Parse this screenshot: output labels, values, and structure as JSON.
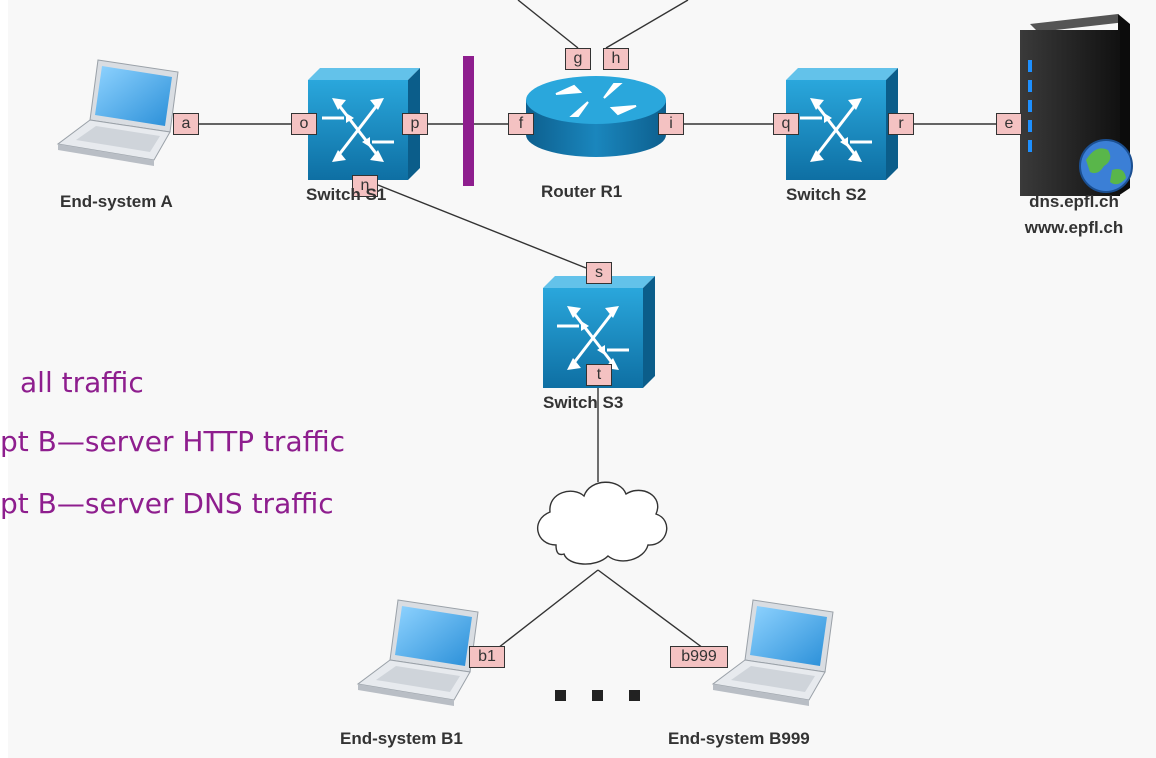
{
  "devices": {
    "end_system_a": "End-system A",
    "switch_s1": "Switch S1",
    "router_r1": "Router R1",
    "switch_s2": "Switch S2",
    "switch_s3": "Switch S3",
    "server_line1": "dns.epfl.ch",
    "server_line2": "www.epfl.ch",
    "end_system_b1": "End-system B1",
    "end_system_b999": "End-system B999"
  },
  "ports": {
    "a": "a",
    "o": "o",
    "p": "p",
    "n": "n",
    "f": "f",
    "g": "g",
    "h": "h",
    "i": "i",
    "q": "q",
    "r": "r",
    "e": "e",
    "s": "s",
    "t": "t",
    "b1": "b1",
    "b999": "b999"
  },
  "rules": [
    "all traffic",
    "pt B—server HTTP traffic",
    "pt B—server DNS traffic"
  ],
  "colors": {
    "accent_purple": "#8e1e8e",
    "port_fill": "#f4c2c2",
    "device_blue": "#1a8fc4"
  }
}
